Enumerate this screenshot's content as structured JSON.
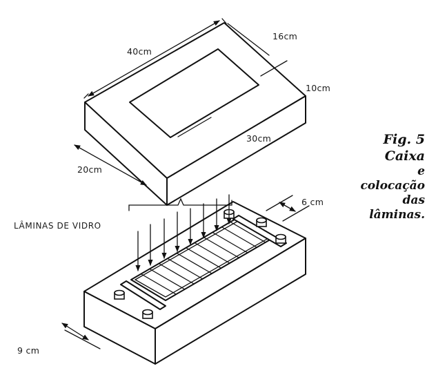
{
  "top_box": {
    "length_label": "40cm",
    "width_label": "16cm",
    "height_label": "10cm",
    "depth_label": "20cm",
    "inner_length_label": "30cm"
  },
  "bottom_box": {
    "glass_label": "LÂMINAS DE VIDRO",
    "spacing_label": "6 cm",
    "edge_label": "9 cm"
  },
  "caption": {
    "line1": "Fig. 5",
    "line2": "Caixa",
    "line3": "e",
    "line4": "colocação",
    "line5": "das",
    "line6": "lâminas."
  }
}
